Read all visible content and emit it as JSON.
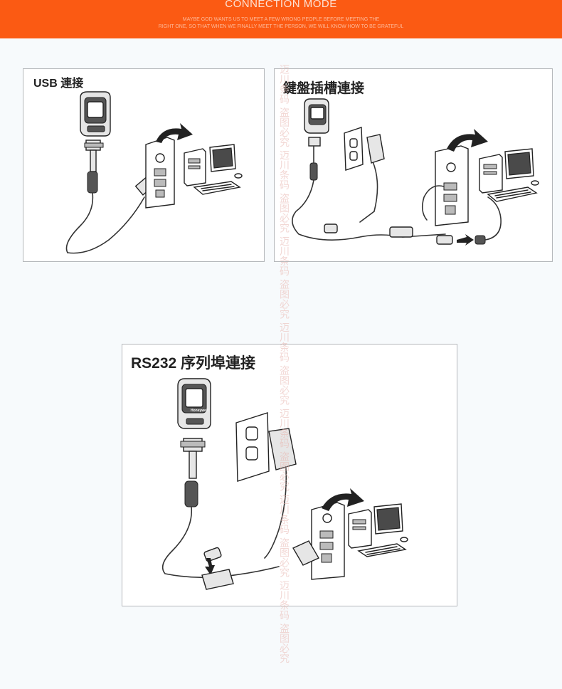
{
  "header": {
    "title": "CONNECTION MODE",
    "subtitle_line1": "MAYBE GOD WANTS US TO MEET A FEW WRONG PEOPLE BEFORE MEETING THE",
    "subtitle_line2": "RIGHT ONE, SO THAT WHEN WE FINALLY MEET THE PERSON, WE WILL KNOW  HOW TO BE GRATEFUL"
  },
  "watermark": "迈川条码 盗图必究 迈川条码 盗图必究 迈川条码 盗图必究 迈川条码 盗图必究 迈川条码 盗图必究 迈川条码 盗图必究 迈川条码 盗图必究",
  "panels": {
    "usb": {
      "title": "USB 連接"
    },
    "keyboard": {
      "title": "鍵盤插槽連接"
    },
    "rs232": {
      "title": "RS232 序列埠連接"
    }
  },
  "scanner_brand": "Honeywell",
  "colors": {
    "header_bg": "#fb5a13",
    "page_bg": "#f7fafc",
    "panel_border": "#b5b8bb"
  }
}
